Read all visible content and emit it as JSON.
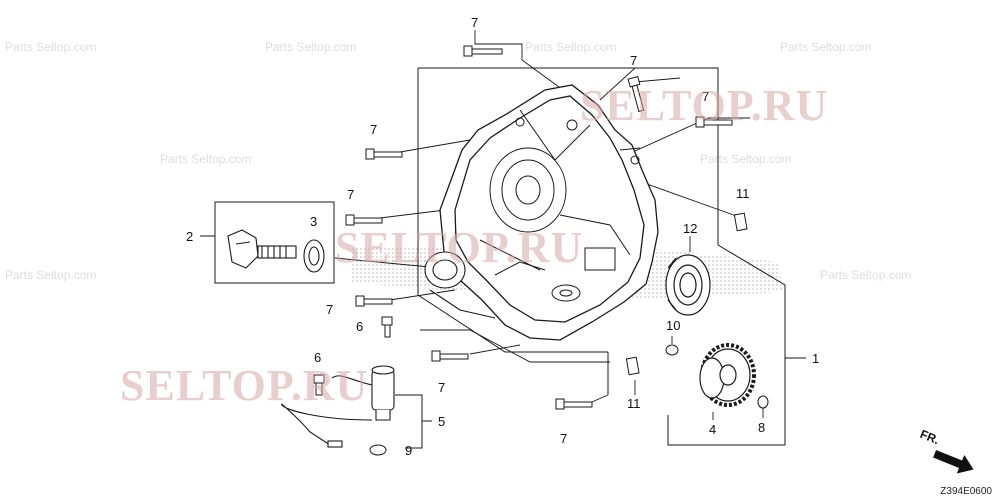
{
  "watermarks": {
    "top_right": "SELTOP.RU",
    "center": "SELTOP.RU",
    "bottom_left": "SELTOP.RU"
  },
  "background_text": "Parts Seltop.com",
  "callouts": {
    "c1": "1",
    "c2": "2",
    "c3": "3",
    "c4": "4",
    "c5": "5",
    "c6a": "6",
    "c6b": "6",
    "c7a": "7",
    "c7b": "7",
    "c7c": "7",
    "c7d": "7",
    "c7e": "7",
    "c7f": "7",
    "c7g": "7",
    "c7h": "7",
    "c8": "8",
    "c9": "9",
    "c10": "10",
    "c11a": "11",
    "c11b": "11",
    "c12": "12"
  },
  "direction_label": "FR.",
  "diagram_code": "Z394E0600",
  "colors": {
    "line": "#1a1a1a",
    "watermark": "#d7a5a5",
    "dots": "#9a9a9a"
  }
}
